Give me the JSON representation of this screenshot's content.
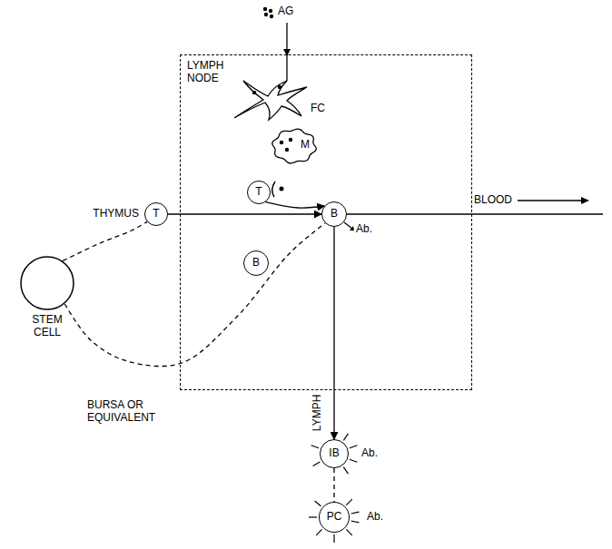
{
  "diagram": {
    "nodes": [
      {
        "text": [
          "LYMPH NODE"
        ]
      },
      {
        "text": [
          "STEM CELL"
        ]
      },
      {
        "text": [
          "T"
        ]
      },
      {
        "text": [
          "FC"
        ],
        "in": 0
      },
      {
        "text": [
          "M"
        ],
        "in": 0
      },
      {
        "text": [
          "T"
        ],
        "in": 0
      },
      {
        "text": [
          "B"
        ],
        "in": 0
      },
      {
        "text": [
          "B"
        ],
        "in": 0
      },
      {
        "text": [
          "IB"
        ]
      },
      {
        "text": [
          "PC"
        ]
      }
    ],
    "edges": [
      {
        "from": 1,
        "to": 2,
        "arrow": "none"
      },
      {
        "from": 2,
        "to": 6,
        "arrow": "to"
      },
      {
        "from": 1,
        "to": 6,
        "arrow": "none"
      },
      {
        "from": 6,
        "to": 8,
        "label": "LYMPH",
        "arrow": "to"
      },
      {
        "from": 8,
        "to": 9,
        "arrow": "none"
      },
      {
        "from": 5,
        "to": 6,
        "arrow": "to"
      }
    ],
    "labels": [
      "AG",
      "THYMUS",
      "BLOOD",
      "Ab.",
      "BURSA OR EQUIVALENT",
      "Ab.",
      "Ab."
    ]
  }
}
